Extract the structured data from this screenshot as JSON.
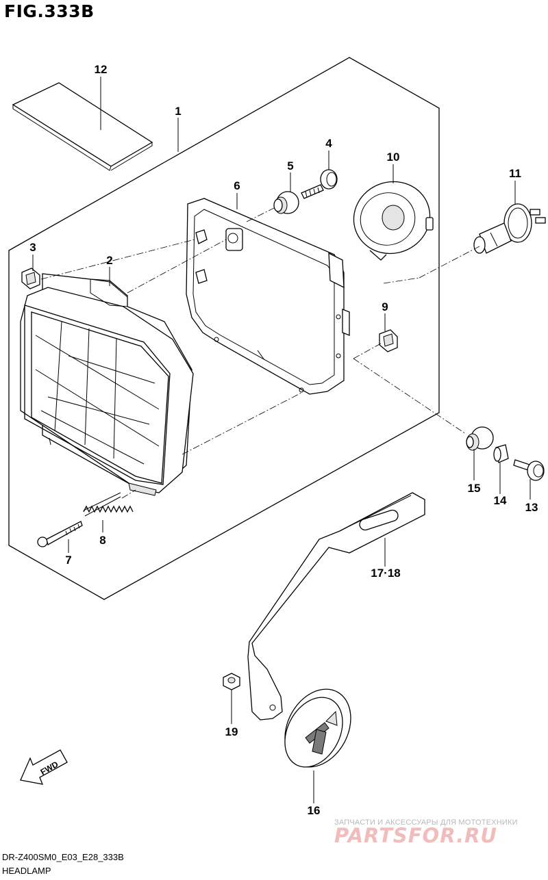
{
  "figure": {
    "title": "FIG.333B",
    "model_code": "DR-Z400SM0_E03_E28_333B",
    "section_name": "HEADLAMP"
  },
  "callouts": [
    {
      "id": "c1",
      "label": "1"
    },
    {
      "id": "c2",
      "label": "2"
    },
    {
      "id": "c3",
      "label": "3"
    },
    {
      "id": "c4",
      "label": "4"
    },
    {
      "id": "c5",
      "label": "5"
    },
    {
      "id": "c6",
      "label": "6"
    },
    {
      "id": "c7",
      "label": "7"
    },
    {
      "id": "c8",
      "label": "8"
    },
    {
      "id": "c9",
      "label": "9"
    },
    {
      "id": "c10",
      "label": "10"
    },
    {
      "id": "c11",
      "label": "11"
    },
    {
      "id": "c12",
      "label": "12"
    },
    {
      "id": "c13",
      "label": "13"
    },
    {
      "id": "c14",
      "label": "14"
    },
    {
      "id": "c15",
      "label": "15"
    },
    {
      "id": "c16",
      "label": "16"
    },
    {
      "id": "c17",
      "label": "17·18"
    },
    {
      "id": "c19",
      "label": "19"
    }
  ],
  "fwd_label": "FWD",
  "watermark": {
    "subtitle": "ЗАПЧАСТИ И АКСЕССУАРЫ ДЛЯ МОТОТЕХНИКИ",
    "logo": "PARTSFOR.RU"
  }
}
